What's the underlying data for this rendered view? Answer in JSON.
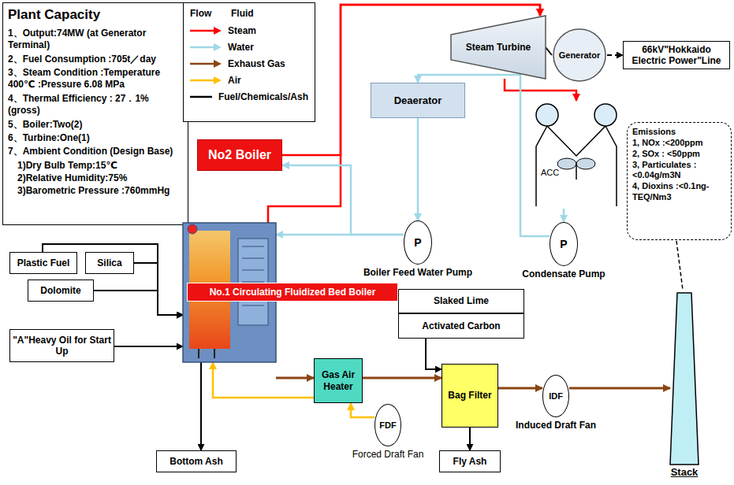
{
  "diagram": {
    "nodes": [
      {
        "text": [
          "Plant Capacity",
          "1、Output:74MW (at Generator Terminal)",
          "2、Fuel Consumption :705t／day",
          "3、Steam Condition :Temperature 400℃ :Pressure 6.08 MPa",
          "4、Thermal Efficiency : 27．1% (gross)",
          "5、Boiler:Two(2)",
          "6、Turbine:One(1)",
          "7、Ambient Condition (Design Base)",
          "1)Dry Bulb Temp:15℃",
          "2)Relative Humidity:75%",
          "3)Barometric Pressure :760mmHg"
        ]
      },
      {
        "text": [
          "Steam Turbine"
        ]
      },
      {
        "text": [
          "Generator"
        ]
      },
      {
        "text": [
          "66kV\"Hokkaido Electric Power\"Line"
        ]
      },
      {
        "text": [
          "No2 Boiler"
        ]
      },
      {
        "text": [
          "Deaerator"
        ]
      },
      {
        "text": [
          "P",
          "Boiler Feed Water Pump"
        ]
      },
      {
        "text": [
          "ACC"
        ]
      },
      {
        "text": [
          "Emissions",
          "1, NOx :<200ppm",
          "2, SOx : <50ppm",
          "3, Particulates :<0.04g/m3N",
          "4, Dioxins :<0.1ng-TEQ/Nm3"
        ]
      },
      {
        "text": [
          "P",
          "Condensate Pump"
        ]
      },
      {
        "text": [
          "Stack"
        ]
      },
      {
        "text": [
          "Plastic Fuel"
        ]
      },
      {
        "text": [
          "Silica"
        ]
      },
      {
        "text": [
          "Dolomite"
        ]
      },
      {
        "text": [
          "No.1 Circulating Fluidized Bed Boiler"
        ]
      },
      {
        "text": [
          "\"A\"Heavy Oil for Start Up"
        ]
      },
      {
        "text": [
          "Slaked Lime"
        ]
      },
      {
        "text": [
          "Activated Carbon"
        ]
      },
      {
        "text": [
          "Gas Air Heater"
        ]
      },
      {
        "text": [
          "Bag Filter"
        ]
      },
      {
        "text": [
          "IDF",
          "Induced Draft Fan"
        ]
      },
      {
        "text": [
          "FDF",
          "Forced Draft Fan"
        ]
      },
      {
        "text": [
          "Bottom Ash"
        ]
      },
      {
        "text": [
          "Fly Ash"
        ]
      }
    ],
    "edges": [
      {
        "from": 14,
        "to": 1,
        "arrow": "to"
      },
      {
        "from": 4,
        "to": 1,
        "arrow": "to"
      },
      {
        "from": 1,
        "to": 7,
        "arrow": "to"
      },
      {
        "from": 1,
        "to": 2,
        "arrow": "none"
      },
      {
        "from": 2,
        "to": 3,
        "arrow": "to"
      },
      {
        "from": 7,
        "to": 9,
        "arrow": "to"
      },
      {
        "from": 9,
        "to": 5,
        "arrow": "to"
      },
      {
        "from": 5,
        "to": 6,
        "arrow": "to"
      },
      {
        "from": 6,
        "to": 14,
        "arrow": "to"
      },
      {
        "from": 6,
        "to": 4,
        "arrow": "to"
      },
      {
        "from": 11,
        "to": 14,
        "arrow": "to"
      },
      {
        "from": 12,
        "to": 14,
        "arrow": "to"
      },
      {
        "from": 13,
        "to": 14,
        "arrow": "to"
      },
      {
        "from": 15,
        "to": 14,
        "arrow": "to"
      },
      {
        "from": 14,
        "to": 22,
        "arrow": "to"
      },
      {
        "from": 14,
        "to": 18,
        "arrow": "to"
      },
      {
        "from": 18,
        "to": 19,
        "arrow": "to"
      },
      {
        "from": 17,
        "to": 19,
        "arrow": "to"
      },
      {
        "from": 19,
        "to": 20,
        "arrow": "to"
      },
      {
        "from": 20,
        "to": 10,
        "arrow": "to"
      },
      {
        "from": 19,
        "to": 23,
        "arrow": "to"
      },
      {
        "from": 21,
        "to": 18,
        "arrow": "to"
      },
      {
        "from": 18,
        "to": 14,
        "arrow": "to"
      }
    ],
    "labels": [
      "Flow",
      "Fluid"
    ],
    "legend": [
      {
        "text": "Steam",
        "color": "#ff0000"
      },
      {
        "text": "Water",
        "color": "#9fd8e8"
      },
      {
        "text": "Exhaust Gas",
        "color": "#8b4513"
      },
      {
        "text": "Air",
        "color": "#ffc000"
      },
      {
        "text": "Fuel/Chemicals/Ash",
        "color": "#000000"
      }
    ]
  }
}
